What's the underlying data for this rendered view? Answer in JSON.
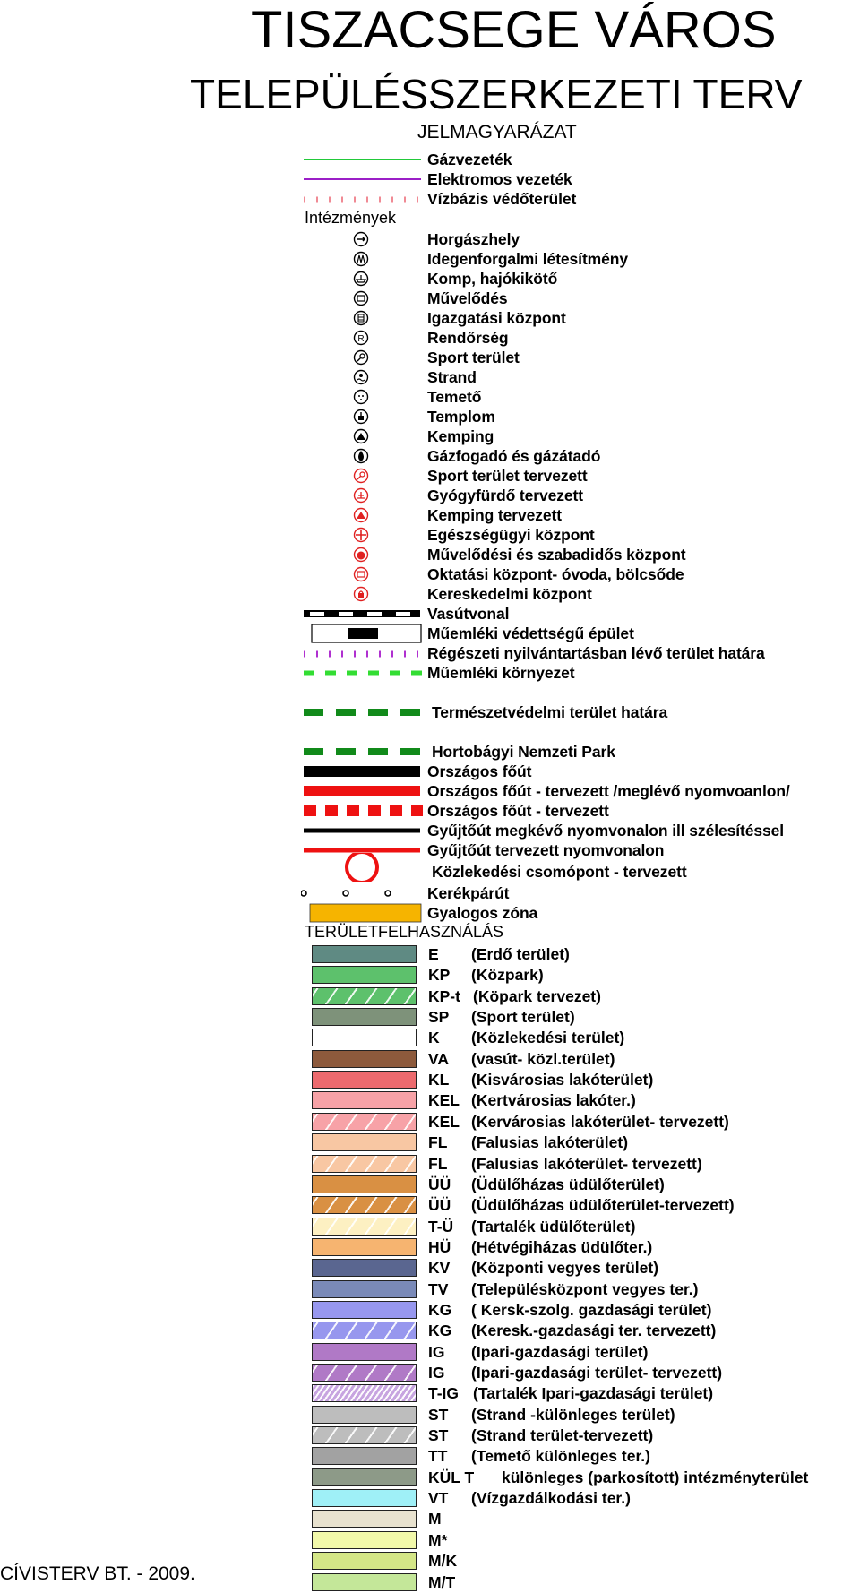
{
  "title": "TISZACSEGE VÁROS",
  "subtitle": "TELEPÜLÉSSZERKEZETI TERV",
  "legend_heading": "JELMAGYARÁZAT",
  "institutions_heading": "Intézmények",
  "landuse_heading": "TERÜLETFELHASZNÁLÁS",
  "footer": "CÍVISTERV BT. - 2009.",
  "lines_top": [
    {
      "label": "Gázvezeték",
      "color": "#22c93a"
    },
    {
      "label": "Elektromos vezeték",
      "color": "#9b1fc7"
    },
    {
      "label": "Vízbázis védőterület",
      "color": "#f08a94"
    }
  ],
  "institutions": [
    {
      "label": "Horgászhely",
      "icon": "fishing-icon",
      "color": "#000000"
    },
    {
      "label": "Idegenforgalmi létesítmény",
      "icon": "tourism-icon",
      "color": "#000000"
    },
    {
      "label": "Komp, hajókikötő",
      "icon": "ferry-icon",
      "color": "#000000"
    },
    {
      "label": "Művelődés",
      "icon": "culture-icon",
      "color": "#000000"
    },
    {
      "label": "Igazgatási központ",
      "icon": "administration-icon",
      "color": "#000000"
    },
    {
      "label": "Rendőrség",
      "icon": "police-icon",
      "glyph": "R",
      "color": "#000000"
    },
    {
      "label": "Sport terület",
      "icon": "sport-icon",
      "color": "#000000"
    },
    {
      "label": "Strand",
      "icon": "beach-icon",
      "color": "#000000"
    },
    {
      "label": "Temető",
      "icon": "cemetery-icon",
      "color": "#000000"
    },
    {
      "label": "Templom",
      "icon": "church-icon",
      "color": "#000000"
    },
    {
      "label": "Kemping",
      "icon": "camping-icon",
      "color": "#000000"
    },
    {
      "label": "Gázfogadó és gázátadó",
      "icon": "gas-station-icon",
      "color": "#000000"
    },
    {
      "label": "Sport terület tervezett",
      "icon": "planned-sport-icon",
      "color": "#e02020"
    },
    {
      "label": "Gyógyfürdő tervezett",
      "icon": "spa-icon",
      "color": "#e02020"
    },
    {
      "label": "Kemping tervezett",
      "icon": "planned-camping-icon",
      "color": "#e02020"
    },
    {
      "label": "Egészségügyi központ",
      "icon": "health-cross-icon",
      "color": "#e02020"
    },
    {
      "label": "Művelődési  és szabadidős központ",
      "icon": "leisure-icon",
      "color": "#e02020"
    },
    {
      "label": "Oktatási központ- óvoda, bölcsőde",
      "icon": "education-icon",
      "color": "#e02020"
    },
    {
      "label": "Kereskedelmi központ",
      "icon": "commerce-icon",
      "color": "#e02020"
    }
  ],
  "lines_mid": [
    {
      "key": "rail",
      "label": "Vasútvonal"
    },
    {
      "key": "monument",
      "label": "Műemléki védettségű épület"
    },
    {
      "key": "archaeo",
      "label": "Régészeti nyilvántartásban lévő terület határa",
      "color": "#b030d0"
    },
    {
      "key": "monument_env",
      "label": "Műemléki környezet",
      "color": "#33dd33"
    },
    {
      "key": "nature",
      "label": "Természetvédelmi terület határa",
      "color": "#118a1a"
    },
    {
      "key": "park",
      "label": "Hortobágyi Nemzeti Park",
      "color": "#118a1a"
    },
    {
      "key": "national_road",
      "label": "Országos főút",
      "color": "#000000"
    },
    {
      "key": "national_road_planned_existing",
      "label": "Országos főút - tervezett /meglévő nyomvoanlon/",
      "color": "#ee1111"
    },
    {
      "key": "national_road_planned",
      "label": "Országos főút - tervezett",
      "color": "#ee1111"
    },
    {
      "key": "collector_existing",
      "label": "Gyűjtőút megkévő nyomvonalon ill szélesítéssel",
      "color": "#000000"
    },
    {
      "key": "collector_planned",
      "label": "Gyűjtőút tervezett nyomvonalon",
      "color": "#ee1111"
    },
    {
      "key": "junction",
      "label": "Közlekedési csomópont - tervezett",
      "color": "#ee1111"
    },
    {
      "key": "bike",
      "label": "Kerékpárút"
    },
    {
      "key": "pedestrian",
      "label": "Gyalogos zóna",
      "color": "#f6b400"
    }
  ],
  "landuse": [
    {
      "code": "E",
      "desc": "(Erdő terület)",
      "color": "#5f8a83",
      "hatch": false
    },
    {
      "code": "KP",
      "desc": "(Közpark)",
      "color": "#5dc16c",
      "hatch": false
    },
    {
      "code": "KP-t",
      "desc": "(Köpark tervezet)",
      "color": "#5dc16c",
      "hatch": true
    },
    {
      "code": "SP",
      "desc": "(Sport terület)",
      "color": "#7e927a",
      "hatch": false
    },
    {
      "code": "K",
      "desc": "(Közlekedési terület)",
      "color": "#ffffff",
      "hatch": false
    },
    {
      "code": "VA",
      "desc": "(vasút- közl.terület)",
      "color": "#8d5a3c",
      "hatch": false
    },
    {
      "code": "KL",
      "desc": "(Kisvárosias lakóterület)",
      "color": "#ec6a6e",
      "hatch": false
    },
    {
      "code": "KEL",
      "desc": "(Kertvárosias lakóter.)",
      "color": "#f7a2a7",
      "hatch": false
    },
    {
      "code": "KEL",
      "desc": "(Kervárosias lakóterület- tervezett)",
      "color": "#f7a2a7",
      "hatch": true
    },
    {
      "code": "FL",
      "desc": "(Falusias lakóterület)",
      "color": "#f8c7a3",
      "hatch": false
    },
    {
      "code": "FL",
      "desc": "(Falusias lakóterület- tervezett)",
      "color": "#f8c7a3",
      "hatch": true
    },
    {
      "code": "ÜÜ",
      "desc": "(Üdülőházas üdülőterület)",
      "color": "#d99043",
      "hatch": false
    },
    {
      "code": "ÜÜ",
      "desc": "(Üdülőházas üdülőterület-tervezett)",
      "color": "#d99043",
      "hatch": true
    },
    {
      "code": "T-Ü",
      "desc": "(Tartalék üdülőterület)",
      "color": "#fdf0c2",
      "hatch": true
    },
    {
      "code": "HÜ",
      "desc": "(Hétvégiházas üdülőter.)",
      "color": "#f6b470",
      "hatch": false
    },
    {
      "code": "KV",
      "desc": "(Központi vegyes terület)",
      "color": "#5a6690",
      "hatch": false
    },
    {
      "code": "TV",
      "desc": "(Településközpont vegyes ter.)",
      "color": "#7a8ab8",
      "hatch": false
    },
    {
      "code": "KG",
      "desc": "( Kersk-szolg. gazdasági terület)",
      "color": "#9797ee",
      "hatch": false
    },
    {
      "code": "KG",
      "desc": "(Keresk.-gazdasági ter. tervezett)",
      "color": "#9797ee",
      "hatch": true
    },
    {
      "code": "IG",
      "desc": "(Ipari-gazdasági terület)",
      "color": "#b079c6",
      "hatch": false
    },
    {
      "code": "IG",
      "desc": "(Ipari-gazdasági terület- tervezett)",
      "color": "#b079c6",
      "hatch": true
    },
    {
      "code": "T-IG",
      "desc": "(Tartalék Ipari-gazdasági terület)",
      "color": "#c7a4e0",
      "hatch": "dense"
    },
    {
      "code": "ST",
      "desc": "(Strand -különleges terület)",
      "color": "#bdbdbd",
      "hatch": false
    },
    {
      "code": "ST",
      "desc": "(Strand  terület-tervezett)",
      "color": "#bdbdbd",
      "hatch": true
    },
    {
      "code": "TT",
      "desc": "(Temető  különleges ter.)",
      "color": "#a2a2a2",
      "hatch": false
    },
    {
      "code": "KÜL T",
      "desc": "különleges (parkosított) intézményterület",
      "color": "#8d9a88",
      "hatch": false
    },
    {
      "code": "VT",
      "desc": "(Vízgazdálkodási ter.)",
      "color": "#9ff0f7",
      "hatch": false
    },
    {
      "code": "M",
      "desc": "",
      "color": "#e8e2cf",
      "hatch": false
    },
    {
      "code": "M*",
      "desc": "",
      "color": "#f2f9aa",
      "hatch": false
    },
    {
      "code": "M/K",
      "desc": "",
      "color": "#d4e687",
      "hatch": false
    },
    {
      "code": "M/T",
      "desc": "",
      "color": "#c4e799",
      "hatch": false
    }
  ]
}
